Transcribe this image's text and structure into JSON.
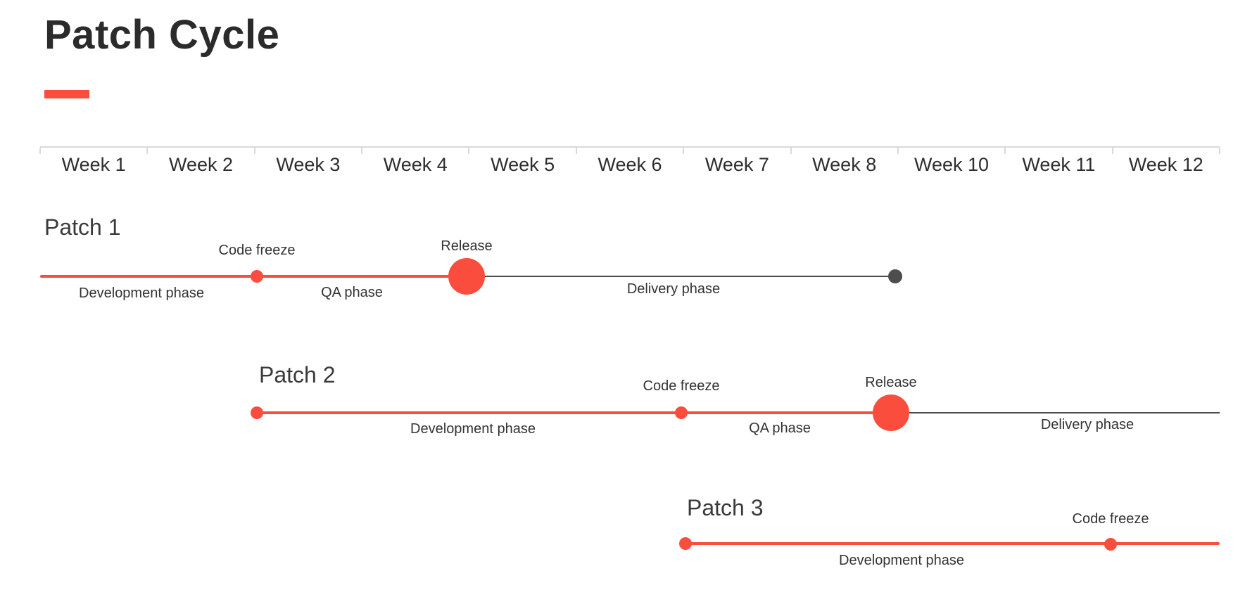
{
  "title": "Patch Cycle",
  "colors": {
    "accent_red": "#fb4d3d",
    "delivery_gray": "#4a4a4a",
    "delivery_end_dot": "#4d4d4d"
  },
  "week_header": {
    "labels": [
      "Week 1",
      "Week 2",
      "Week 3",
      "Week 4",
      "Week 5",
      "Week 6",
      "Week 7",
      "Week 8",
      "Week 10",
      "Week 11",
      "Week 12"
    ]
  },
  "patches": [
    {
      "label": "Patch 1",
      "phases": {
        "development": "Development phase",
        "qa": "QA phase",
        "delivery": "Delivery phase"
      },
      "milestones": {
        "code_freeze": "Code freeze",
        "release": "Release"
      }
    },
    {
      "label": "Patch 2",
      "phases": {
        "development": "Development phase",
        "qa": "QA phase",
        "delivery": "Delivery phase"
      },
      "milestones": {
        "code_freeze": "Code freeze",
        "release": "Release"
      }
    },
    {
      "label": "Patch 3",
      "phases": {
        "development": "Development phase"
      },
      "milestones": {
        "code_freeze": "Code freeze"
      }
    }
  ]
}
